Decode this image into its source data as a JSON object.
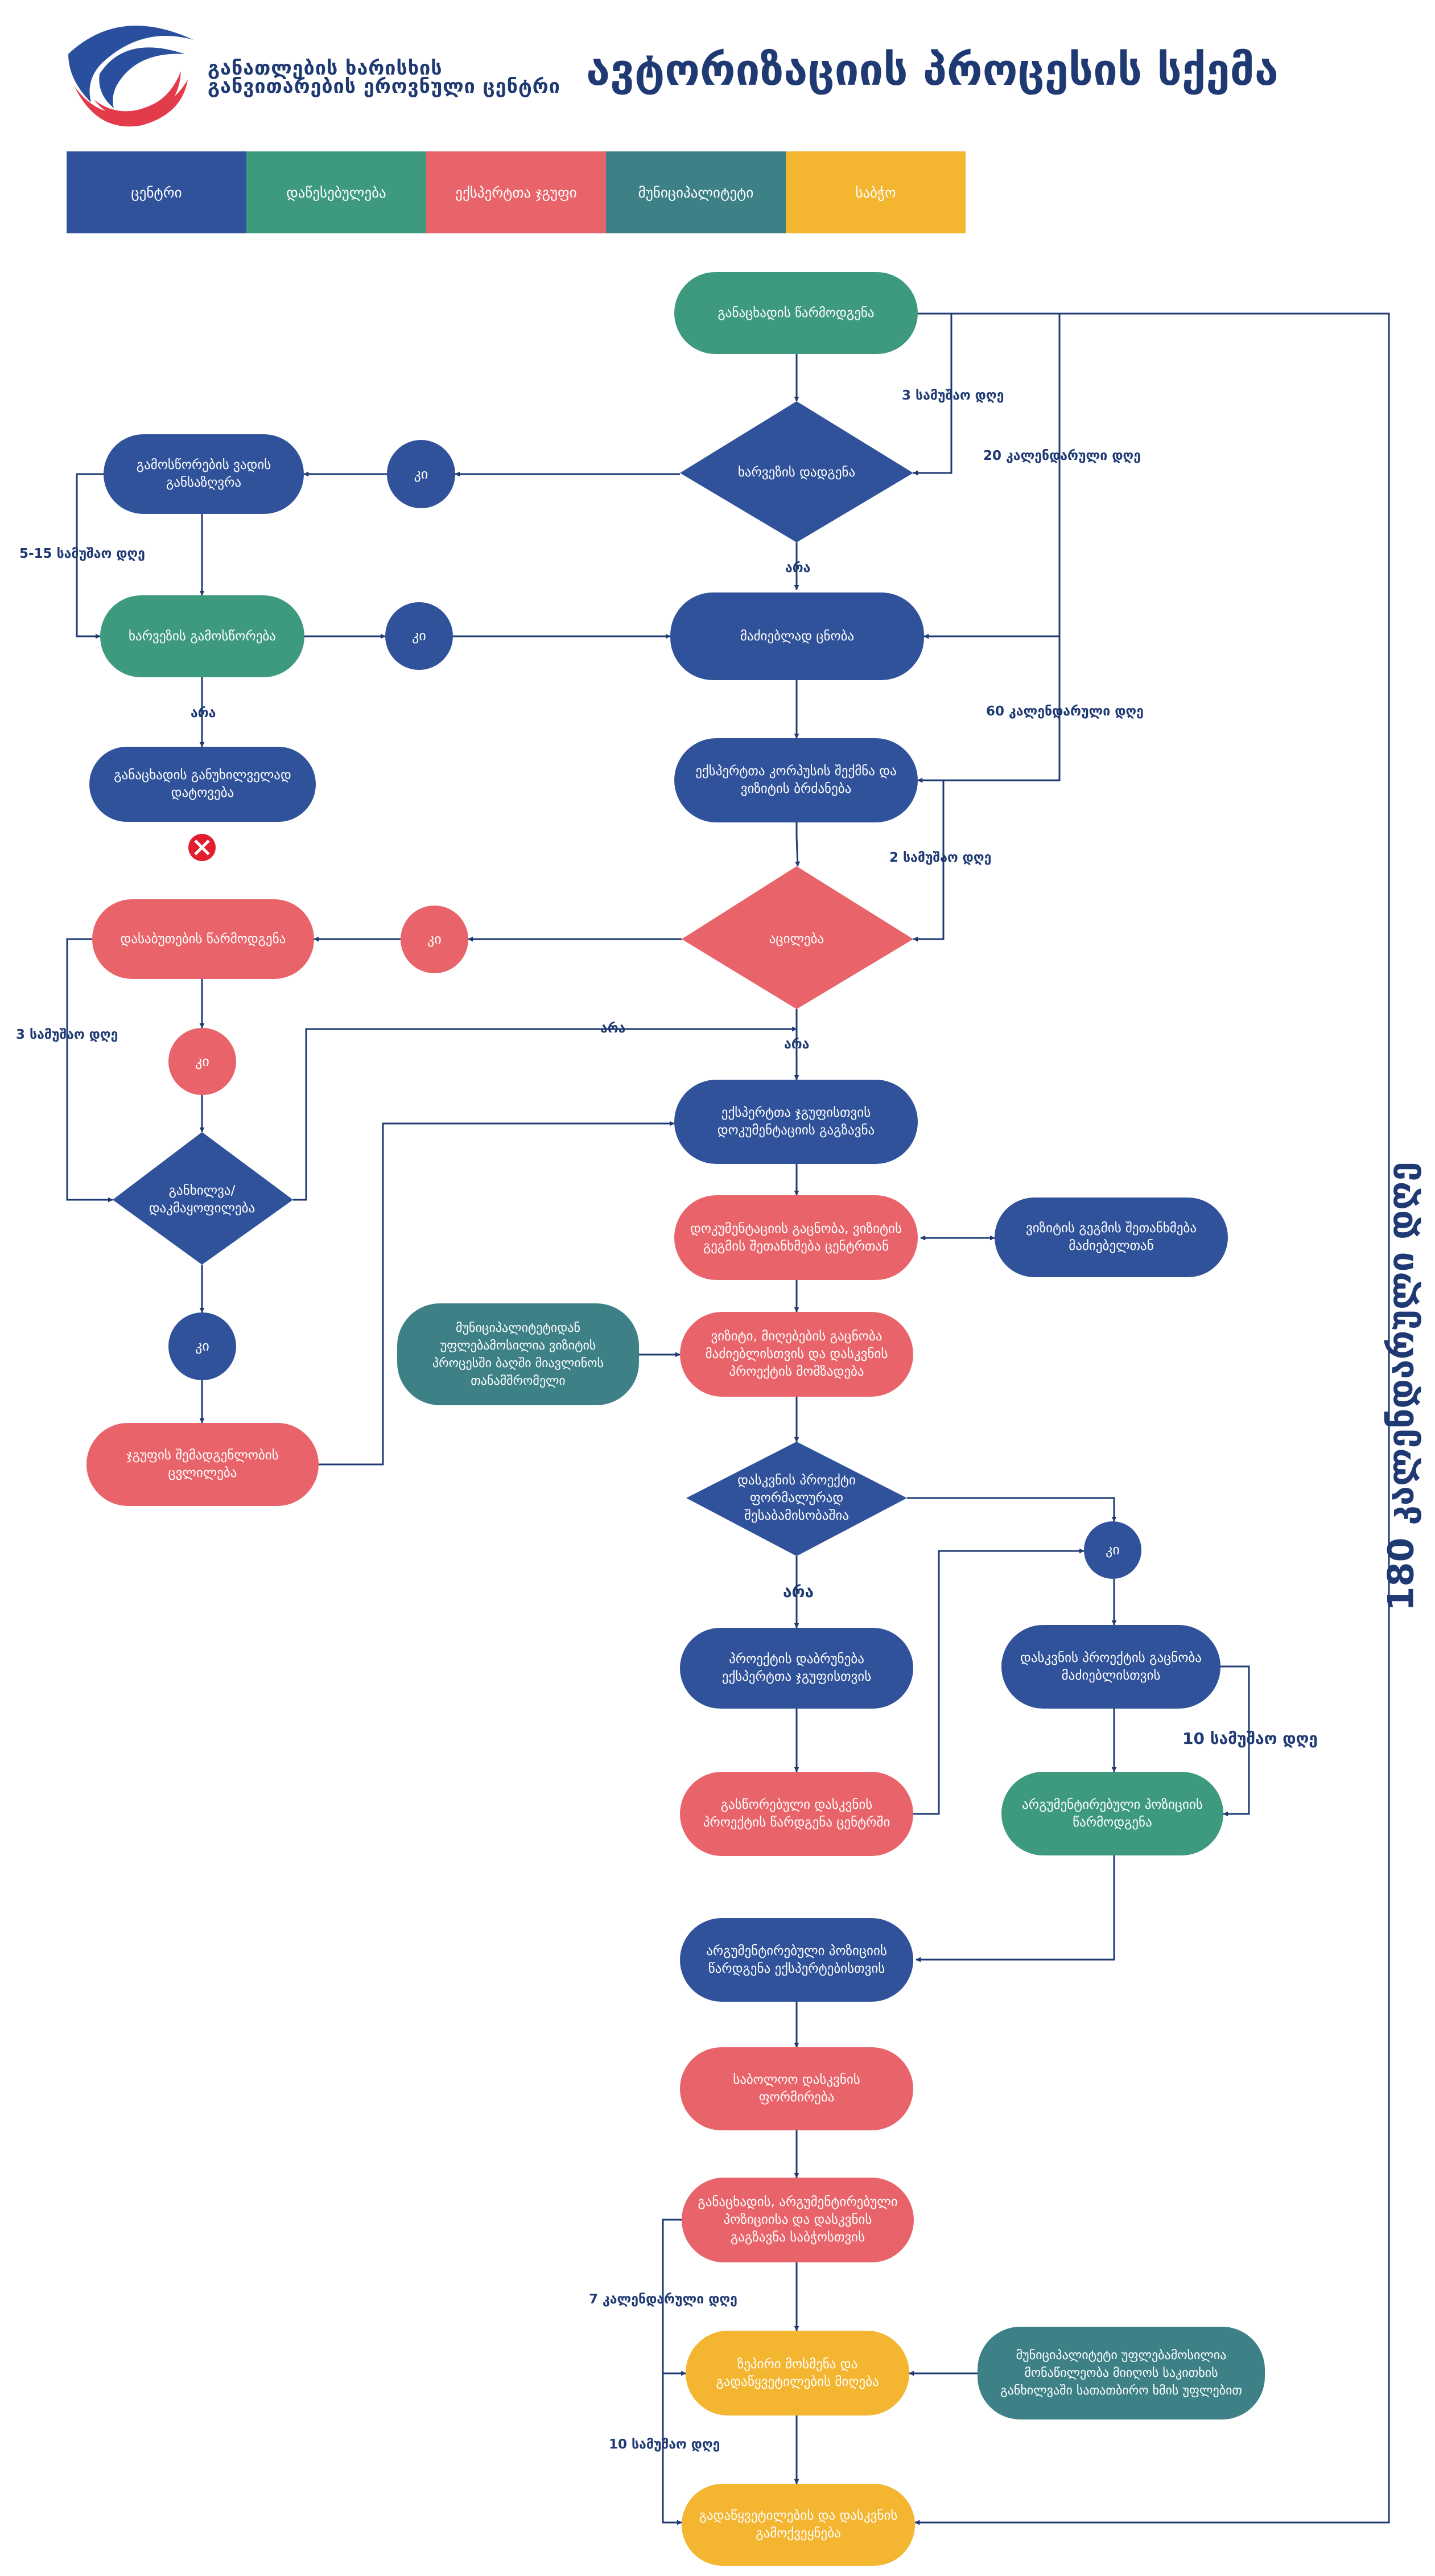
{
  "header": {
    "logo_line1": "განათლების ხარისხის",
    "logo_line2": "განვითარების ეროვნული ცენტრი",
    "title": "ავტორიზაციის პროცესის სქემა"
  },
  "legend": [
    {
      "label": "ცენტრი",
      "color": "#30529a"
    },
    {
      "label": "დაწესებულება",
      "color": "#3e9a7e"
    },
    {
      "label": "ექსპერტთა ჯგუფი",
      "color": "#e8646a"
    },
    {
      "label": "მუნიციპალიტეტი",
      "color": "#3d8186"
    },
    {
      "label": "საბჭო",
      "color": "#f4b530"
    }
  ],
  "nodes": {
    "submit_application": "განაცხადის წარმოდგენა",
    "deficiency_found": "ხარვეზის დადგენა",
    "yes_deficiency": "კი",
    "deficiency_deadline": "გამოსწორების ვადის განსაზღვრა",
    "fix_deficiency": "ხარვეზის გამოსწორება",
    "yes_fix": "კი",
    "application_rejected": "განაცხადის განუხილველად დატოვება",
    "notify_mayor": "მაძიებლად ცნობა",
    "expert_team": "ექსპერტთა კორპუსის შექმნა და ვიზიტის ბრძანება",
    "recusal": "აცილება",
    "yes_recusal": "კი",
    "recusal_grounds": "დასაბუთების წარმოდგენა",
    "yes_grounds": "კი",
    "review_satisfy": "განხილვა/ დაკმაყოფილება",
    "yes_review": "კი",
    "change_team": "ჯგუფის შემადგენლობის ცვლილება",
    "send_docs": "ექსპერტთა ჯგუფისთვის დოკუმენტაციის გაგზავნა",
    "doc_study": "დოკუმენტაციის გაცნობა, ვიზიტის გეგმის შეთანხმება ცენტრთან",
    "visit_plan": "ვიზიტის გეგმის შეთანხმება მაძიებელთან",
    "municipality_visit": "მუნიციპალიტეტიდან უფლებამოსილია ვიზიტის პროცესში ბაღში მიავლინოს თანამშრომელი",
    "visit_report": "ვიზიტი, მიღებების გაცნობა მაძიებლისთვის და დასკვნის პროექტის მომზადება",
    "draft_compliance": "დასკვნის პროექტი ფორმალურად შესაბამისობაშია",
    "yes_compliance": "კი",
    "return_to_experts": "პროექტის დაბრუნება ექსპერტთა ჯგუფისთვის",
    "corrected_draft": "გასწორებული დასკვნის პროექტის წარდგენა ცენტრში",
    "draft_to_applicant": "დასკვნის პროექტის გაცნობა მაძიებლისთვის",
    "reasoned_position": "არგუმენტირებული პოზიციის წარმოდგენა",
    "position_to_experts": "არგუმენტირებული პოზიციის წარდგენა ექსპერტებისთვის",
    "final_conclusion": "საბოლოო დასკვნის ფორმირება",
    "send_to_council": "განაცხადის, არგუმენტირებული პოზიციისა და დასკვნის გაგზავნა საბჭოსთვის",
    "council_session": "ზეპირი მოსმენა და გადაწყვეტილების მიღება",
    "municipality_hearing": "მუნიციპალიტეტი უფლებამოსილია მონაწილეობა მიიღოს საკითხის განხილვაში სათათბირო ხმის უფლებით",
    "decision_publish": "გადაწყვეტილების და დასკვნის გამოქვეყნება"
  },
  "edge_labels": {
    "days_3a": "3 სამუშაო დღე",
    "days_20": "20 კალენდარული დღე",
    "no_1": "არა",
    "days_5_15": "5-15 სამუშაო დღე",
    "no_2": "არა",
    "days_60": "60 კალენდარული დღე",
    "days_2": "2 სამუშაო დღე",
    "no_3": "არა",
    "no_4": "არა",
    "days_3b": "3 სამუშაო დღე",
    "no_5": "არა",
    "days_10a": "10 სამუშაო დღე",
    "days_7": "7 კალენდარული დღე",
    "days_10b": "10 სამუშაო დღე",
    "total_days": "180 კალენდარული დღე"
  },
  "icons": {
    "reject": "x-circle-icon",
    "logo": "swoosh-logo-icon"
  }
}
